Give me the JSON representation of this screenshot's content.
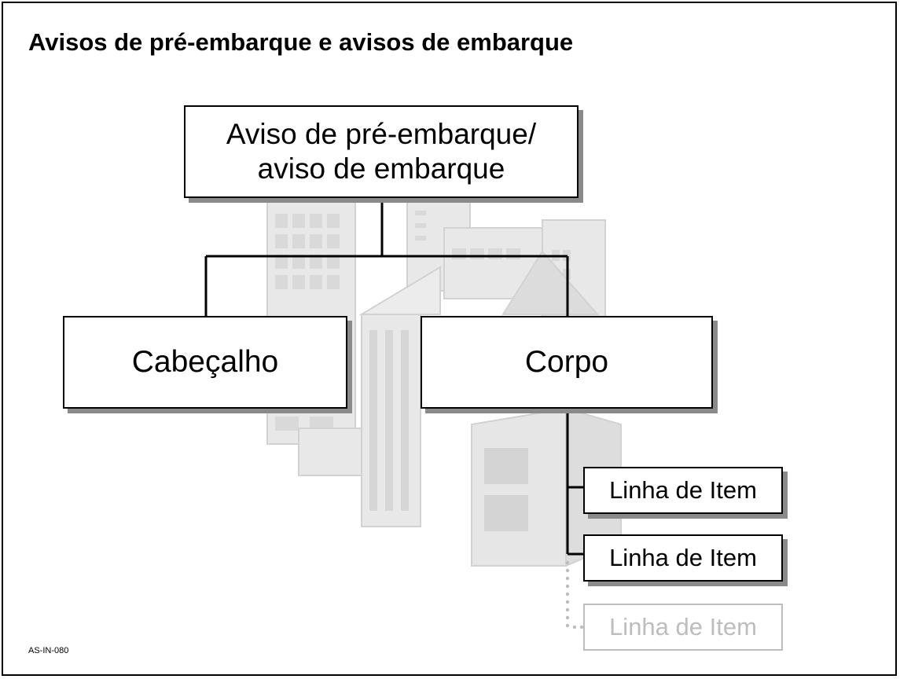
{
  "slide": {
    "title": "Avisos de pré-embarque e avisos de embarque",
    "code": "AS-IN-080"
  },
  "diagram": {
    "root": {
      "line1": "Aviso de pré-embarque/",
      "line2": "aviso de embarque"
    },
    "children": [
      {
        "label": "Cabeçalho"
      },
      {
        "label": "Corpo"
      }
    ],
    "line_items": [
      {
        "label": "Linha de Item"
      },
      {
        "label": "Linha de Item"
      },
      {
        "label": "Linha de Item"
      }
    ]
  },
  "colors": {
    "line": "#000000",
    "box_border": "#000000",
    "shadow": "#8a8a8a",
    "ghost": "#bdbdbd",
    "background_art": "#e6e6e6"
  }
}
